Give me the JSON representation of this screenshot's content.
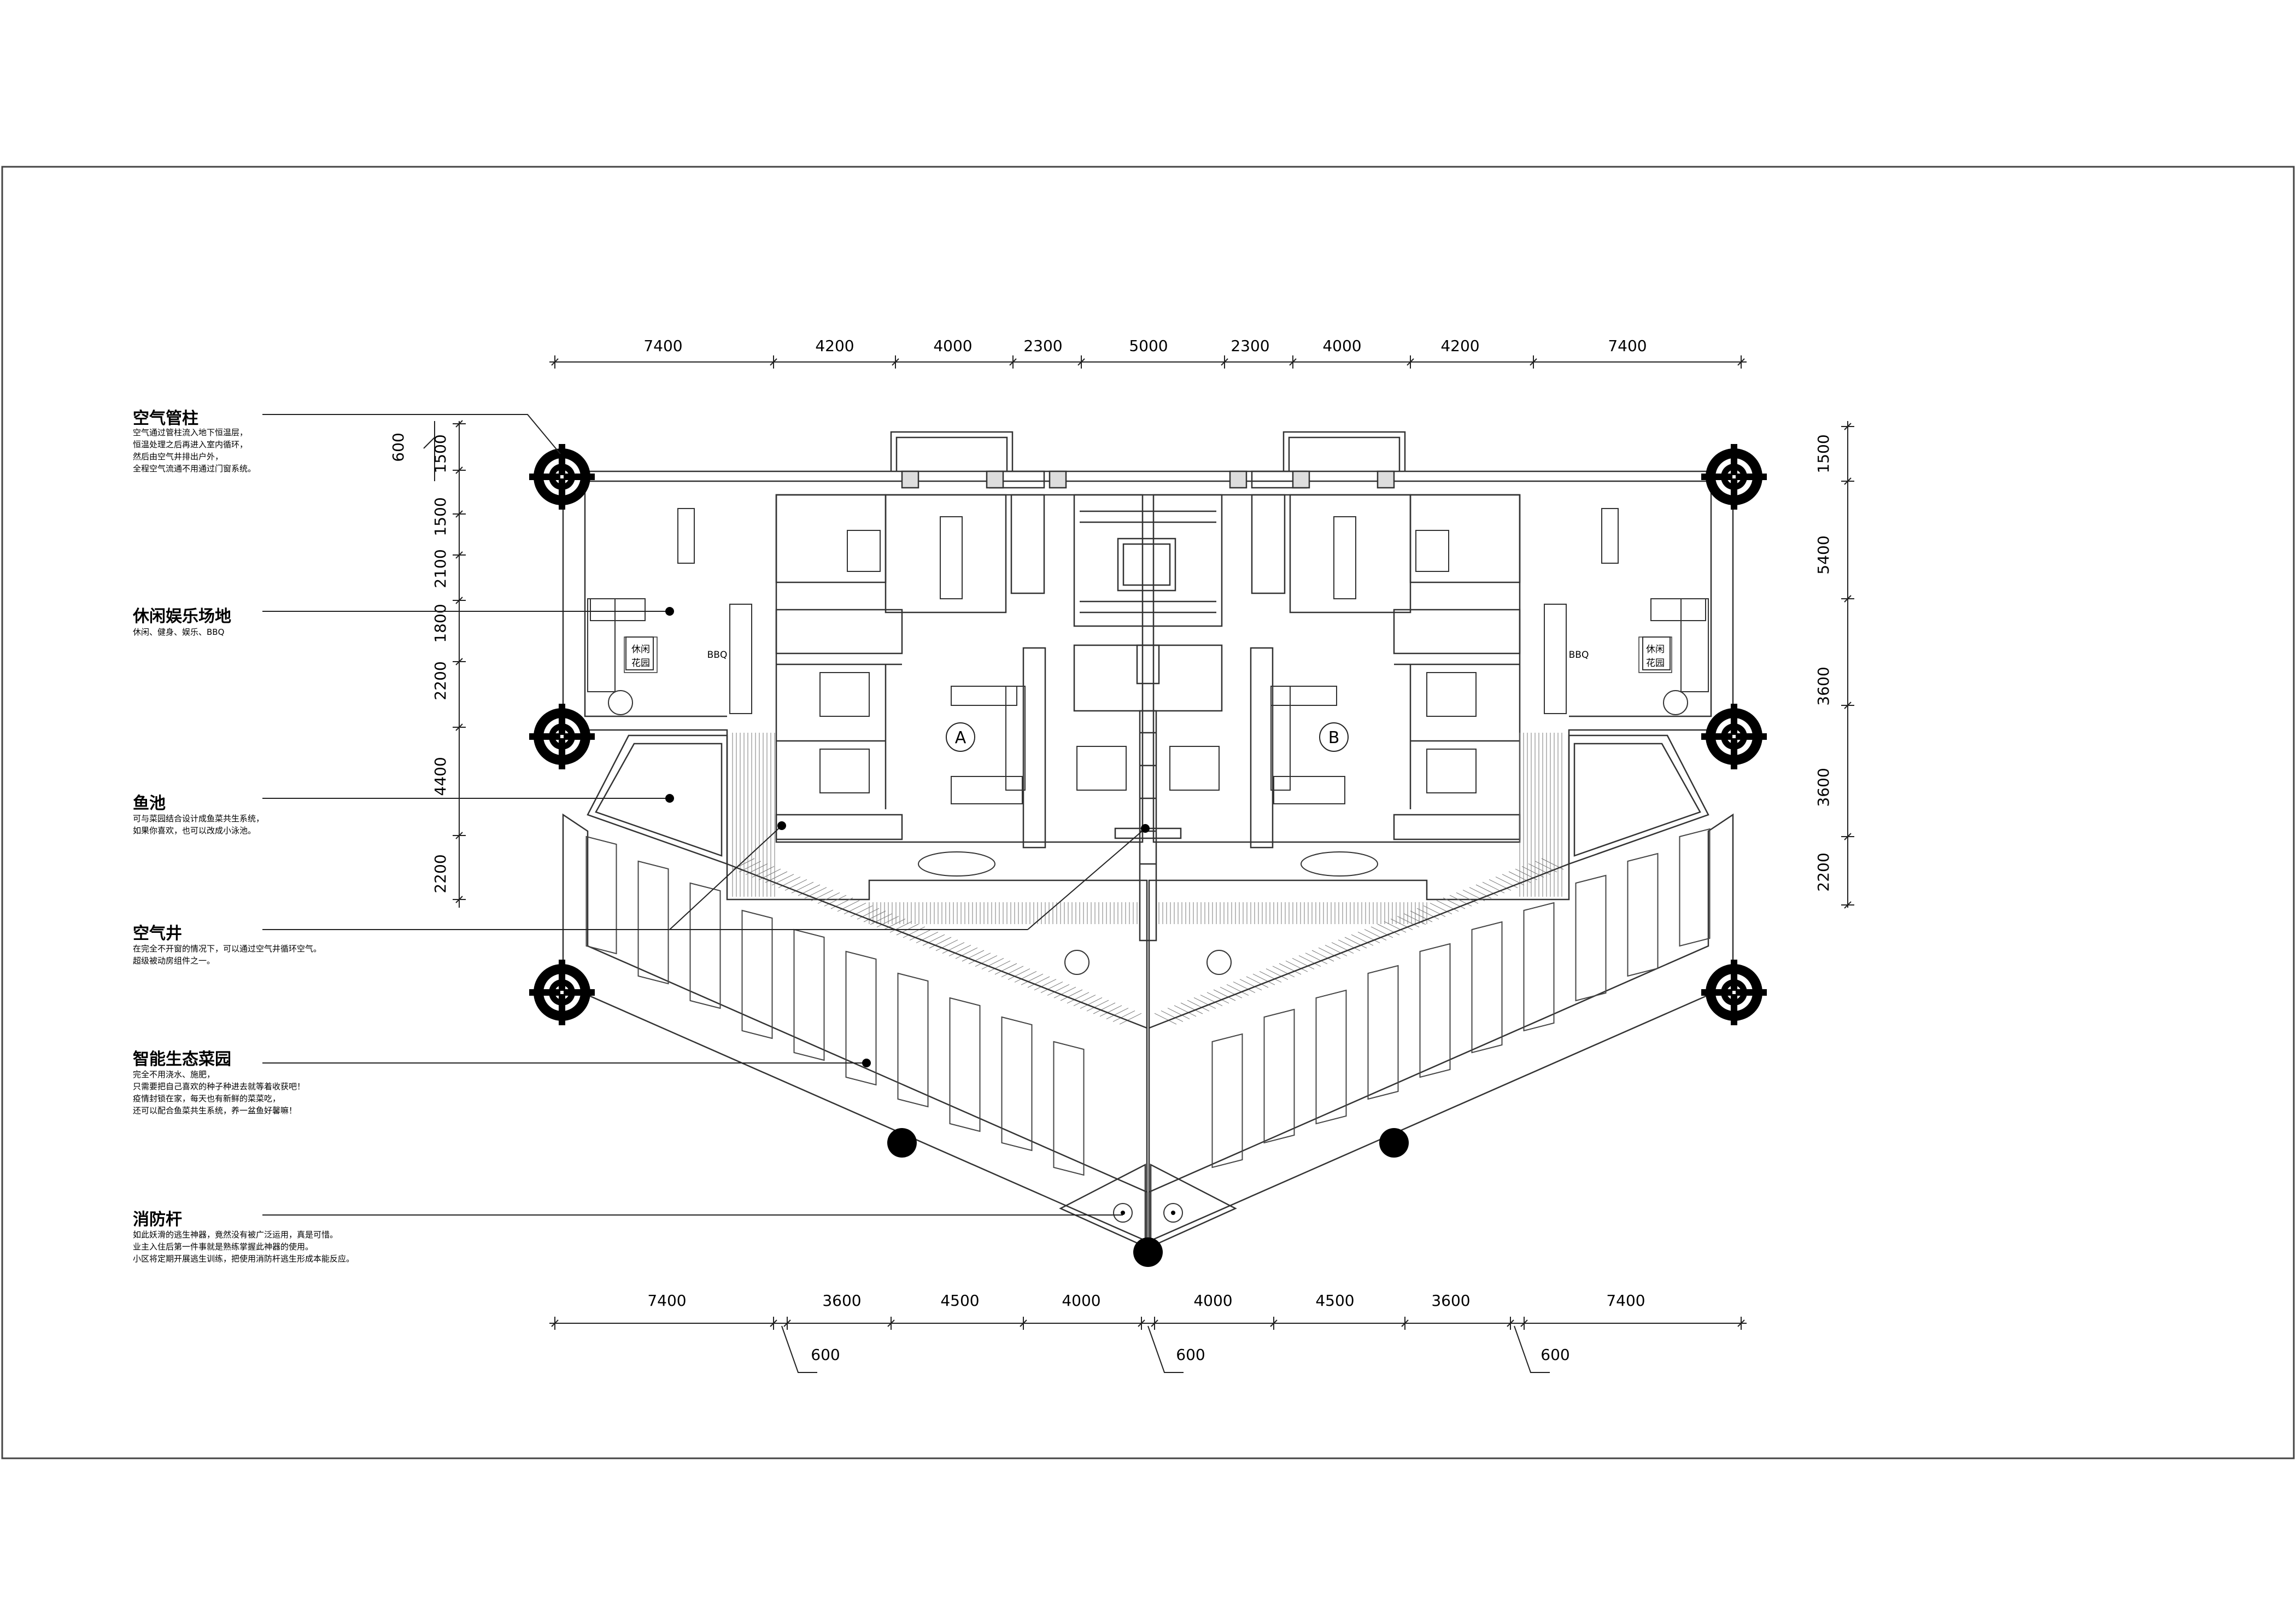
{
  "annotations": {
    "air_pillar": {
      "title": "空气管柱",
      "desc": [
        "空气通过管柱流入地下恒温层，",
        "恒温处理之后再进入室内循环，",
        "然后由空气井排出户外，",
        "全程空气流通不用通过门窗系统。"
      ]
    },
    "leisure": {
      "title": "休闲娱乐场地",
      "desc": [
        "休闲、健身、娱乐、BBQ"
      ]
    },
    "fish_pond": {
      "title": "鱼池",
      "desc": [
        "可与菜园结合设计成鱼菜共生系统，",
        "如果你喜欢，也可以改成小泳池。"
      ]
    },
    "air_well": {
      "title": "空气井",
      "desc": [
        "在完全不开窗的情况下，可以通过空气井循环空气。",
        "超级被动房组件之一。"
      ]
    },
    "garden": {
      "title": "智能生态菜园",
      "desc": [
        "完全不用浇水、施肥，",
        "只需要把自己喜欢的种子种进去就等着收获吧！",
        "疫情封锁在家，每天也有新鲜的菜菜吃，",
        "还可以配合鱼菜共生系统，养一盆鱼好馨嘛！"
      ]
    },
    "fire_pole": {
      "title": "消防杆",
      "desc": [
        "如此妖滑的逃生神器，竟然没有被广泛运用，真是可惜。",
        "业主入住后第一件事就是熟练掌握此神器的使用。",
        "小区将定期开展逃生训练，把使用消防杆逃生形成本能反应。"
      ]
    }
  },
  "dimensions": {
    "top": [
      "7400",
      "4200",
      "4000",
      "2300",
      "5000",
      "2300",
      "4000",
      "4200",
      "7400"
    ],
    "bottom": [
      "7400",
      "3600",
      "4500",
      "4000",
      "4000",
      "4500",
      "3600",
      "7400"
    ],
    "bottom_offsets": [
      "600",
      "600",
      "600"
    ],
    "left": [
      "600",
      "1500",
      "1500",
      "2100",
      "1800",
      "2200",
      "4400",
      "2200"
    ],
    "right": [
      "1500",
      "5400",
      "3600",
      "3600",
      "2200"
    ]
  },
  "plan_labels": {
    "unit_a": "A",
    "unit_b": "B",
    "garden_left": [
      "休闲",
      "花园"
    ],
    "garden_right": [
      "休闲",
      "花园"
    ],
    "bbq_left": "BBQ",
    "bbq_right": "BBQ"
  }
}
